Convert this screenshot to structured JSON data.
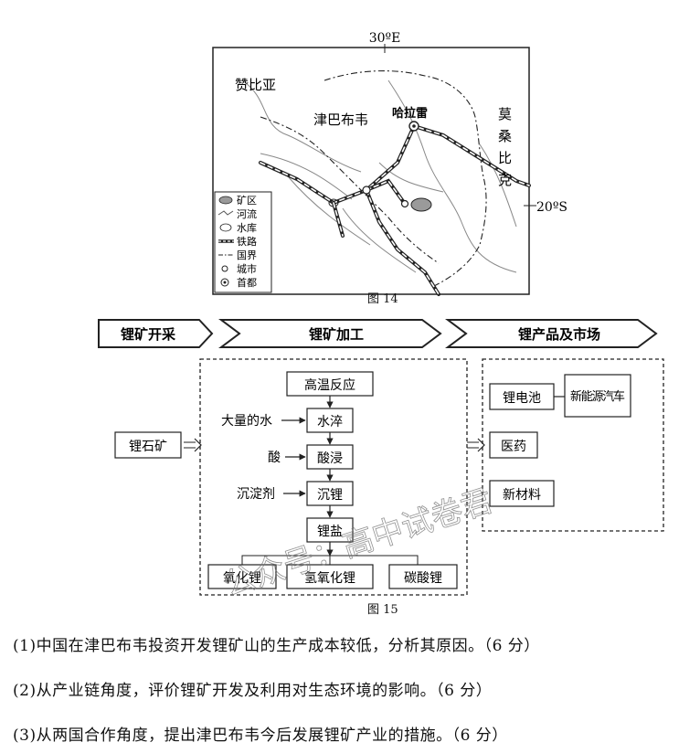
{
  "map": {
    "lon_label": "30ºE",
    "lat_label": "20ºS",
    "countries": {
      "zambia": "赞比亚",
      "zimbabwe": "津巴布韦",
      "mozambique": [
        "莫",
        "桑",
        "比",
        "克"
      ]
    },
    "capital": "哈拉雷",
    "legend": [
      "矿区",
      "河流",
      "水库",
      "铁路",
      "国界",
      "城市",
      "首都"
    ],
    "caption": "图 14"
  },
  "chain": {
    "stages": [
      "锂矿开采",
      "锂矿加工",
      "锂产品及市场"
    ],
    "raw": "锂石矿",
    "process": [
      "高温反应",
      "水淬",
      "酸浸",
      "沉锂",
      "锂盐"
    ],
    "inputs": [
      "大量的水",
      "酸",
      "沉淀剂"
    ],
    "products": [
      "氧化锂",
      "氢氧化锂",
      "碳酸锂"
    ],
    "markets": [
      "锂电池",
      "新能源汽车",
      "医药",
      "新材料"
    ],
    "caption": "图 15"
  },
  "watermark": "公众号：高中试卷君",
  "questions": [
    "(1)中国在津巴布韦投资开发锂矿山的生产成本较低，分析其原因。（6 分）",
    "(2)从产业链角度，评价锂矿开发及利用对生态环境的影响。（6 分）",
    "(3)从两国合作角度，提出津巴布韦今后发展锂矿产业的措施。（6 分）"
  ]
}
